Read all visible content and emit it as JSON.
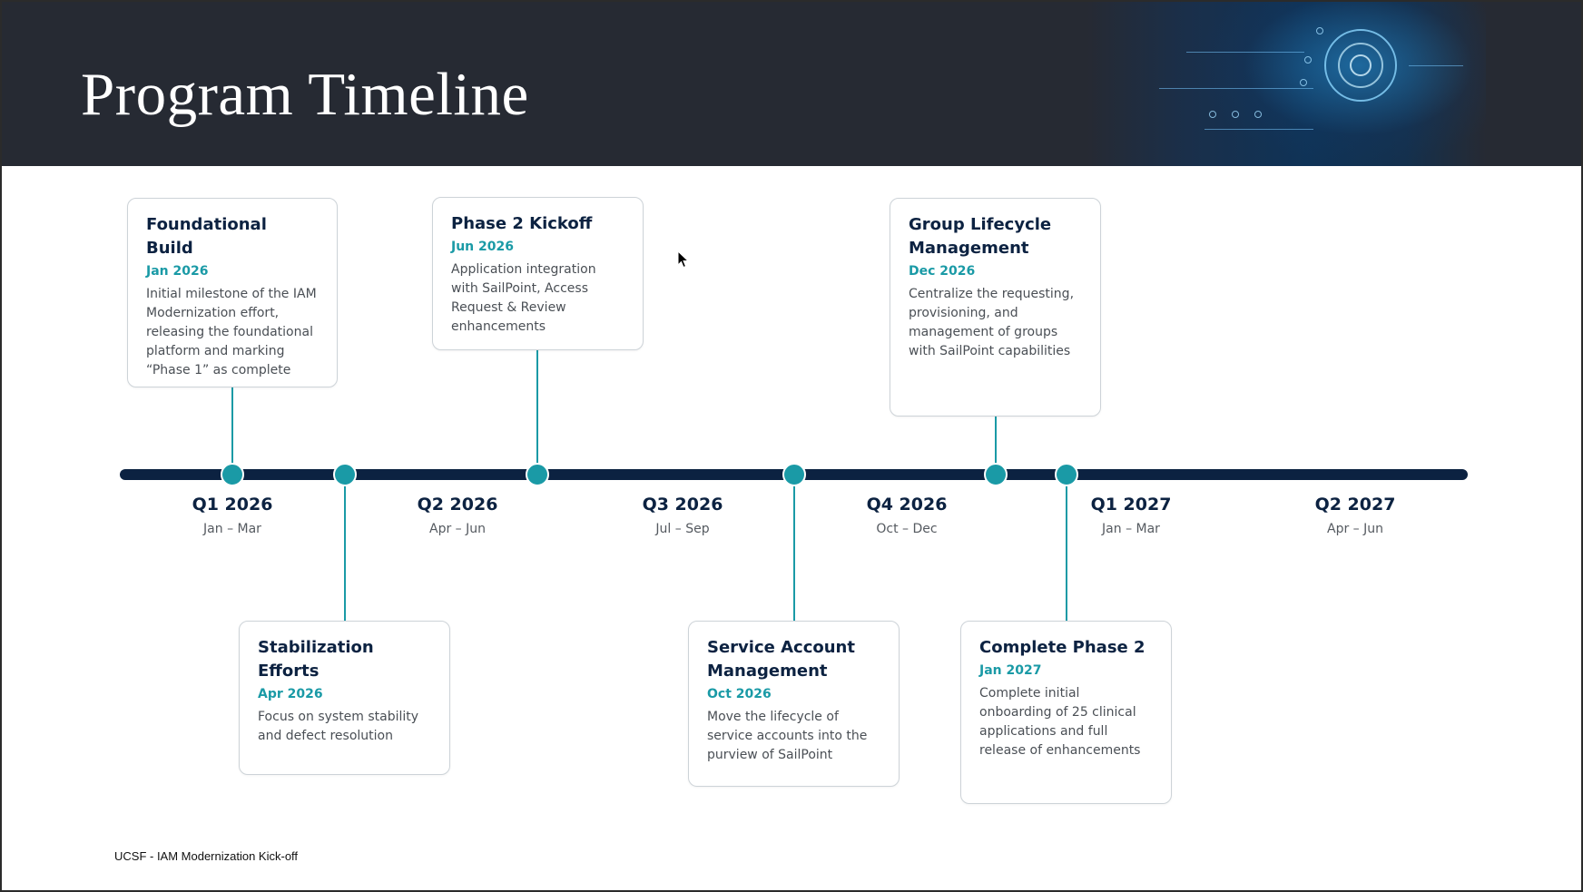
{
  "slide": {
    "title": "Program Timeline",
    "footer": "UCSF - IAM Modernization Kick-off"
  },
  "colors": {
    "header_bg": "#262a33",
    "axis": "#0c2241",
    "accent_teal": "#1a9aa6",
    "heading_navy": "#0c2241"
  },
  "header_image": {
    "icon": "fingerprint-security-icon"
  },
  "quarters": [
    {
      "label": "Q1 2026",
      "range": "Jan – Mar"
    },
    {
      "label": "Q2 2026",
      "range": "Apr – Jun"
    },
    {
      "label": "Q3 2026",
      "range": "Jul – Sep"
    },
    {
      "label": "Q4 2026",
      "range": "Oct – Dec"
    },
    {
      "label": "Q1 2027",
      "range": "Jan – Mar"
    },
    {
      "label": "Q2 2027",
      "range": "Apr – Jun"
    }
  ],
  "milestones": [
    {
      "title": "Foundational Build",
      "date": "Jan 2026",
      "description": "Initial milestone of the IAM Modernization effort, releasing the foundational platform and marking “Phase 1” as complete",
      "placement": "above"
    },
    {
      "title": "Stabilization Efforts",
      "date": "Apr 2026",
      "description": "Focus on system stability and defect resolution",
      "placement": "below"
    },
    {
      "title": "Phase 2 Kickoff",
      "date": "Jun 2026",
      "description": "Application integration with SailPoint, Access Request & Review enhancements",
      "placement": "above"
    },
    {
      "title": "Service Account Management",
      "date": "Oct 2026",
      "description": "Move the lifecycle of service accounts into the purview of SailPoint",
      "placement": "below"
    },
    {
      "title": "Group Lifecycle Management",
      "date": "Dec 2026",
      "description": "Centralize the requesting, provisioning, and management of groups with SailPoint capabilities",
      "placement": "above"
    },
    {
      "title": "Complete Phase 2",
      "date": "Jan 2027",
      "description": "Complete initial onboarding of 25 clinical applications and full release of enhancements",
      "placement": "below"
    }
  ]
}
